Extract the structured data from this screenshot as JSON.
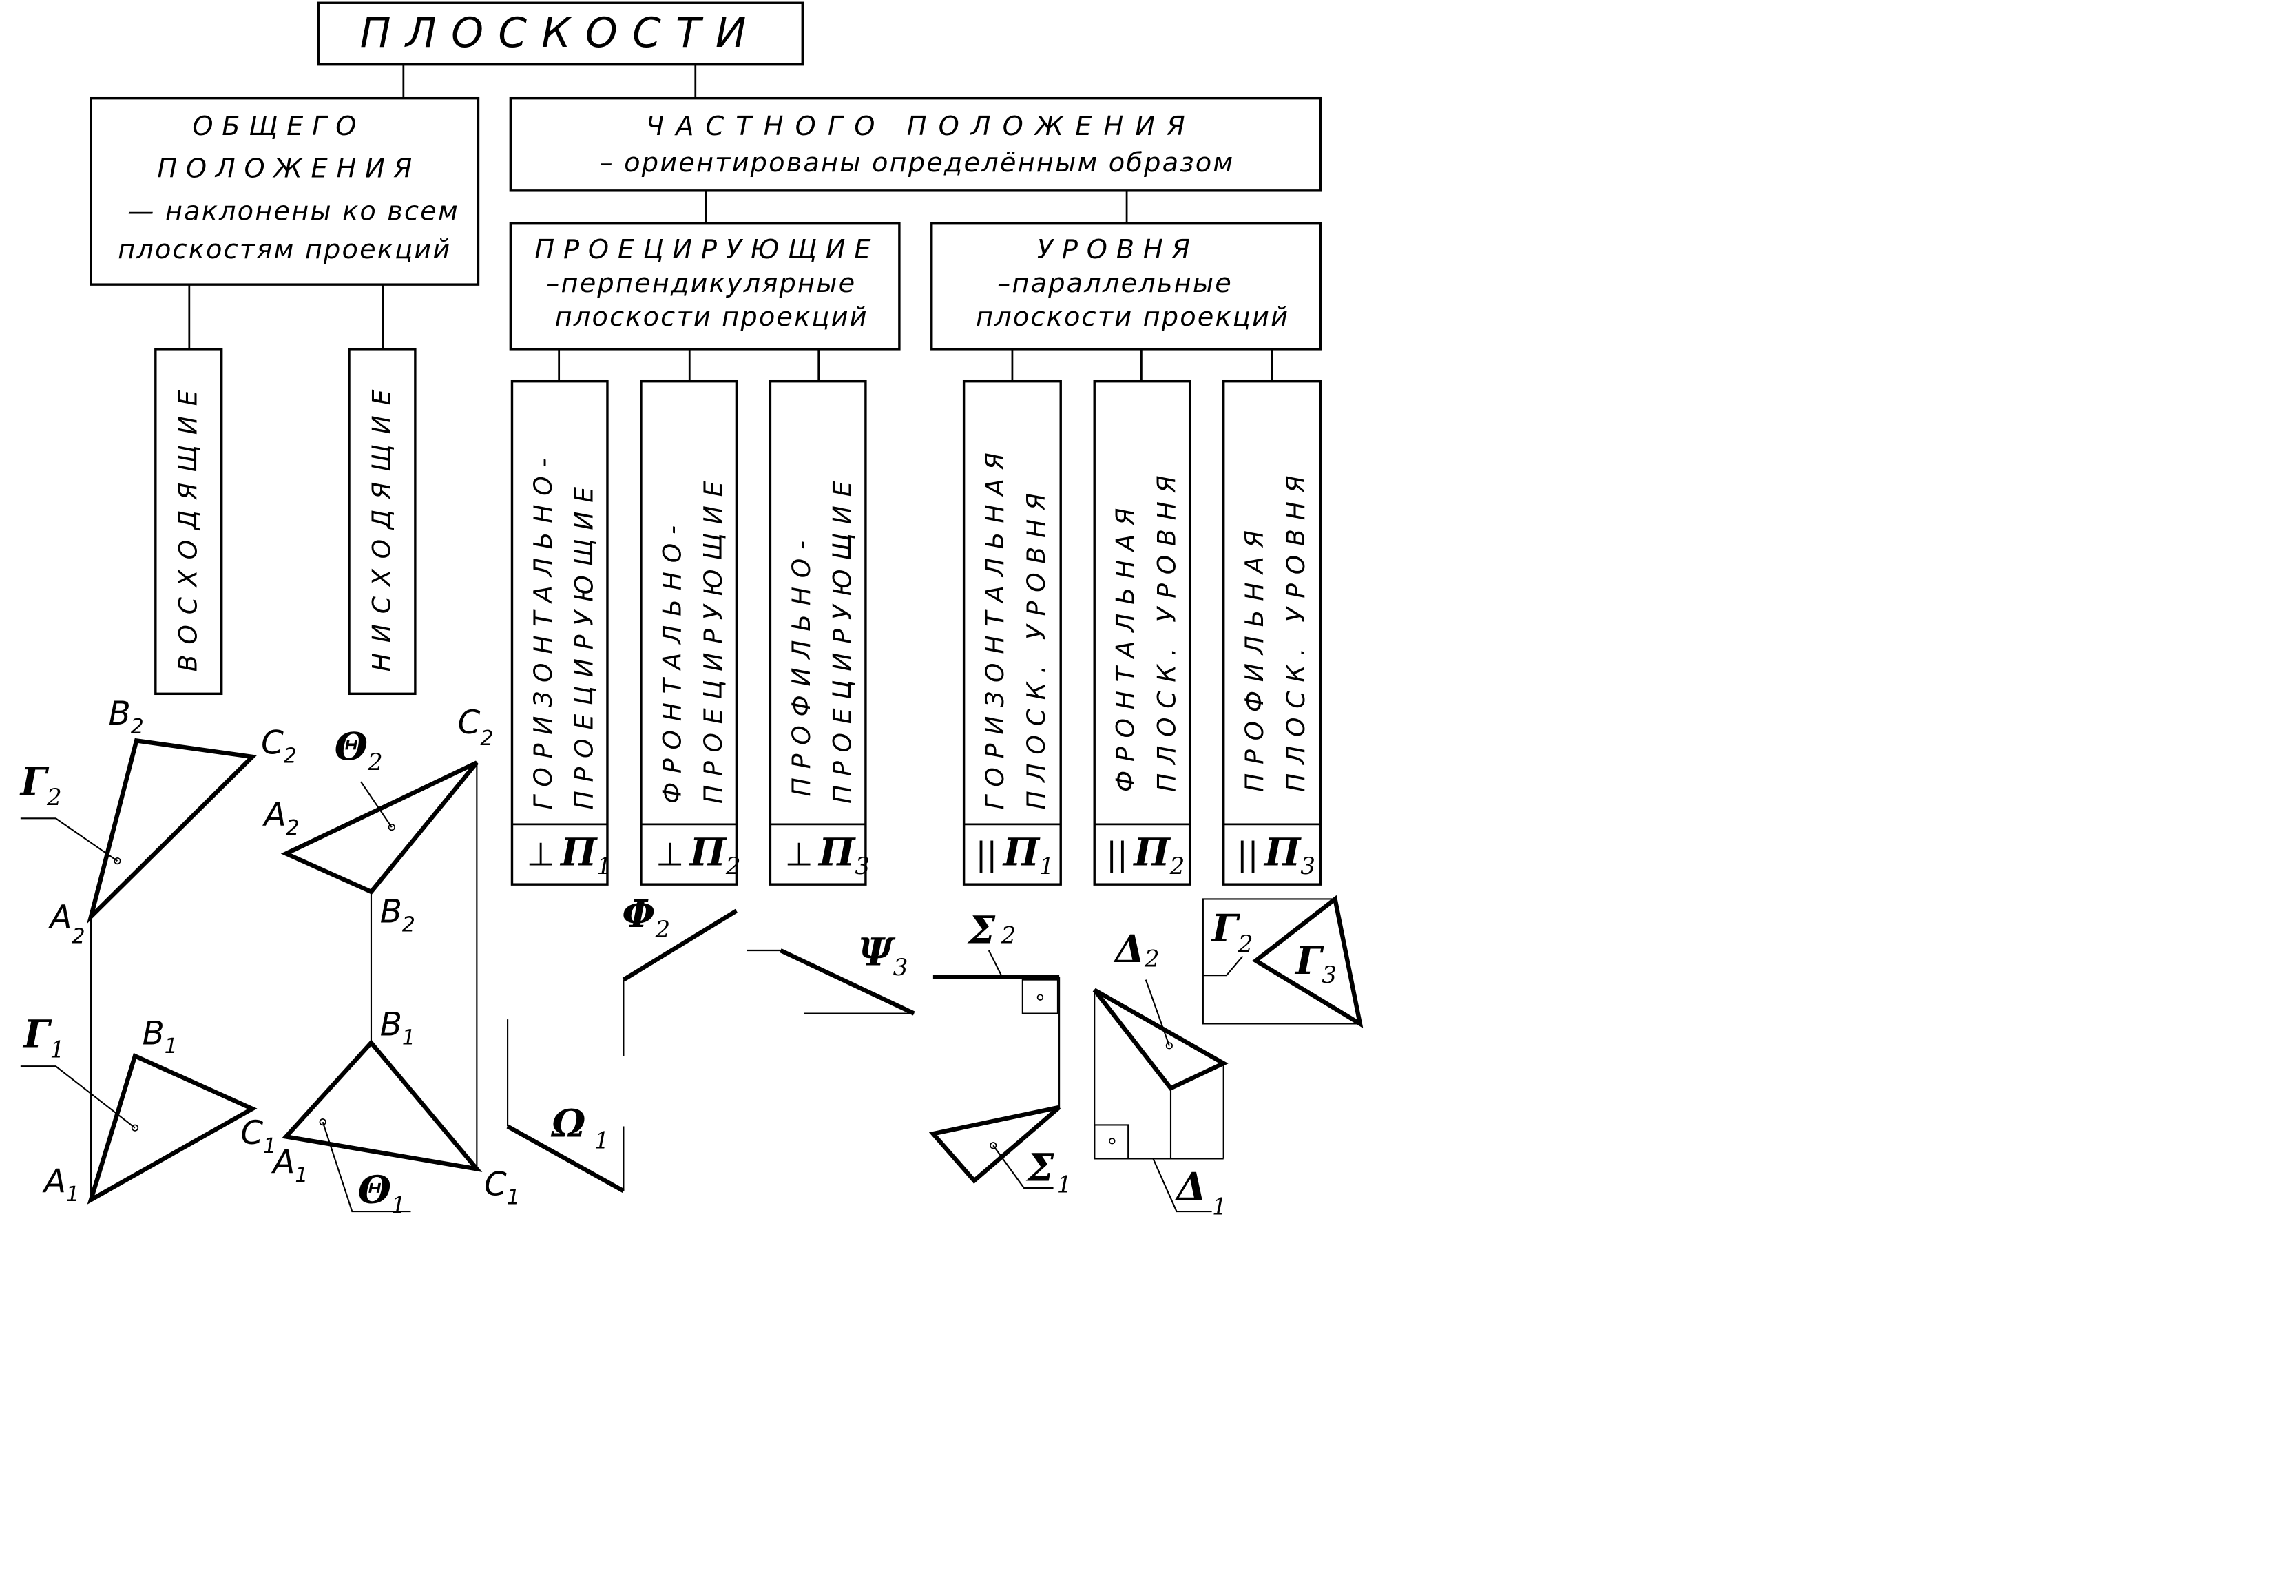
{
  "header": {
    "title": "ПЛОСКОСТИ"
  },
  "general": {
    "title_line1": "ОБЩЕГО",
    "title_line2": "ПОЛОЖЕНИЯ",
    "desc_line1": "— наклонены ко всем",
    "desc_line2": "плоскостям проекций",
    "types": [
      "ВОСХОДЯЩИЕ",
      "НИСХОДЯЩИЕ"
    ]
  },
  "particular": {
    "title": "ЧАСТНОГО ПОЛОЖЕНИЯ",
    "desc": "– ориентированы определённым образом"
  },
  "projecting": {
    "title": "ПРОЕЦИРУЮЩИЕ",
    "desc_line1": "–перпендикулярные",
    "desc_line2": "плоскости проекций",
    "types": [
      {
        "line1": "ГОРИЗОНТАЛЬНО-",
        "line2": "ПРОЕЦИРУЮЩИЕ",
        "mark": "⊥",
        "plane": "П",
        "sub": "1"
      },
      {
        "line1": "ФРОНТАЛЬНО-",
        "line2": "ПРОЕЦИРУЮЩИЕ",
        "mark": "⊥",
        "plane": "П",
        "sub": "2"
      },
      {
        "line1": "ПРОФИЛЬНО-",
        "line2": "ПРОЕЦИРУЮЩИЕ",
        "mark": "⊥",
        "plane": "П",
        "sub": "3"
      }
    ]
  },
  "level": {
    "title": "УРОВНЯ",
    "desc_line1": "–параллельные",
    "desc_line2": "плоскости проекций",
    "types": [
      {
        "line1": "ГОРИЗОНТАЛЬНАЯ",
        "line2": "ПЛОСК. УРОВНЯ",
        "mark": "||",
        "plane": "П",
        "sub": "1"
      },
      {
        "line1": "ФРОНТАЛЬНАЯ",
        "line2": "ПЛОСК. УРОВНЯ",
        "mark": "||",
        "plane": "П",
        "sub": "2"
      },
      {
        "line1": "ПРОФИЛЬНАЯ",
        "line2": "ПЛОСК. УРОВНЯ",
        "mark": "||",
        "plane": "П",
        "sub": "3"
      }
    ]
  },
  "figures": {
    "gamma_pair": {
      "upper": {
        "name": "Г",
        "sub": "2",
        "A": "A",
        "B": "B",
        "C": "C",
        "pt_sub": "2"
      },
      "lower": {
        "name": "Г",
        "sub": "1",
        "A": "A",
        "B": "B",
        "C": "C",
        "pt_sub": "1"
      }
    },
    "theta_pair": {
      "upper": {
        "name": "Θ",
        "sub": "2",
        "A": "A",
        "B": "B",
        "C": "C",
        "pt_sub": "2"
      },
      "lower": {
        "name": "Θ",
        "sub": "1",
        "A": "A",
        "B": "B",
        "C": "C",
        "pt_sub": "1"
      }
    },
    "omega": {
      "name": "Ω",
      "sub": "1"
    },
    "phi": {
      "name": "Φ",
      "sub": "2"
    },
    "psi": {
      "name": "Ψ",
      "sub": "3"
    },
    "sigma": {
      "upper_name": "Σ",
      "upper_sub": "2",
      "lower_name": "Σ",
      "lower_sub": "1"
    },
    "delta": {
      "upper_name": "Δ",
      "upper_sub": "2",
      "lower_name": "Δ",
      "lower_sub": "1"
    },
    "gamma_profile": {
      "left_name": "Г",
      "left_sub": "2",
      "right_name": "Г",
      "right_sub": "3"
    }
  }
}
